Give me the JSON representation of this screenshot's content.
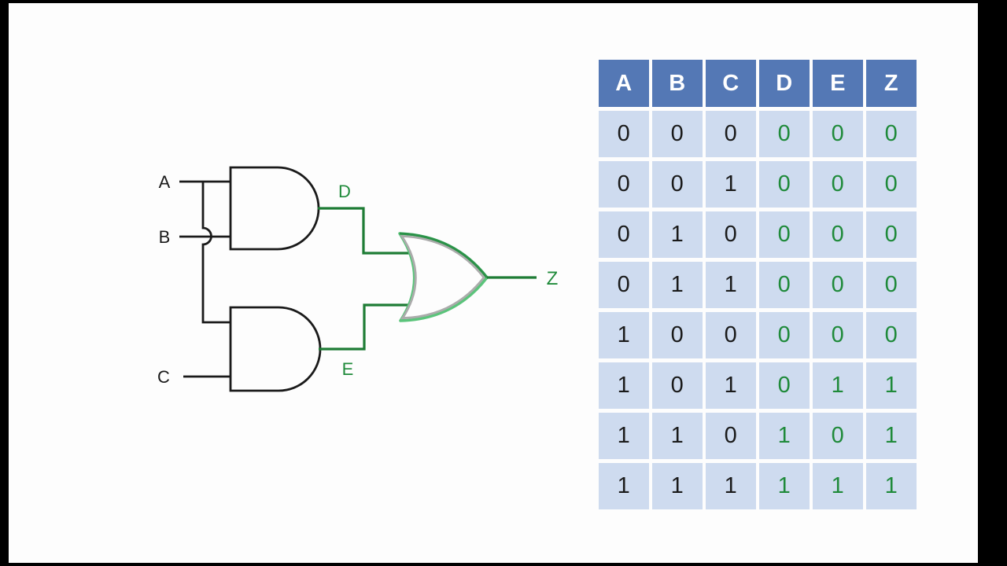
{
  "colors": {
    "canvas": "#fdfdfd",
    "frame": "#000000",
    "ink": "#1a1a1a",
    "wire_green": "#1e7c35",
    "label_green": "#1f8a3a",
    "or_light_green": "#5bc47b",
    "or_dark_green": "#2b9148",
    "or_shadow": "#ababab",
    "header_bg": "#5478b5",
    "header_text": "#ffffff",
    "cell_bg": "#cedbef"
  },
  "circuit": {
    "labels": {
      "input_a": "A",
      "input_b": "B",
      "input_c": "C",
      "wire_d": "D",
      "wire_e": "E",
      "output_z": "Z"
    },
    "gates": [
      {
        "type": "AND",
        "inputs": [
          "A",
          "B"
        ],
        "output": "D"
      },
      {
        "type": "AND",
        "inputs": [
          "A",
          "C"
        ],
        "output": "E"
      },
      {
        "type": "OR",
        "inputs": [
          "D",
          "E"
        ],
        "output": "Z"
      }
    ]
  },
  "truth_table": {
    "headers": [
      "A",
      "B",
      "C",
      "D",
      "E",
      "Z"
    ],
    "input_columns": 3,
    "rows": [
      [
        "0",
        "0",
        "0",
        "0",
        "0",
        "0"
      ],
      [
        "0",
        "0",
        "1",
        "0",
        "0",
        "0"
      ],
      [
        "0",
        "1",
        "0",
        "0",
        "0",
        "0"
      ],
      [
        "0",
        "1",
        "1",
        "0",
        "0",
        "0"
      ],
      [
        "1",
        "0",
        "0",
        "0",
        "0",
        "0"
      ],
      [
        "1",
        "0",
        "1",
        "0",
        "1",
        "1"
      ],
      [
        "1",
        "1",
        "0",
        "1",
        "0",
        "1"
      ],
      [
        "1",
        "1",
        "1",
        "1",
        "1",
        "1"
      ]
    ]
  }
}
